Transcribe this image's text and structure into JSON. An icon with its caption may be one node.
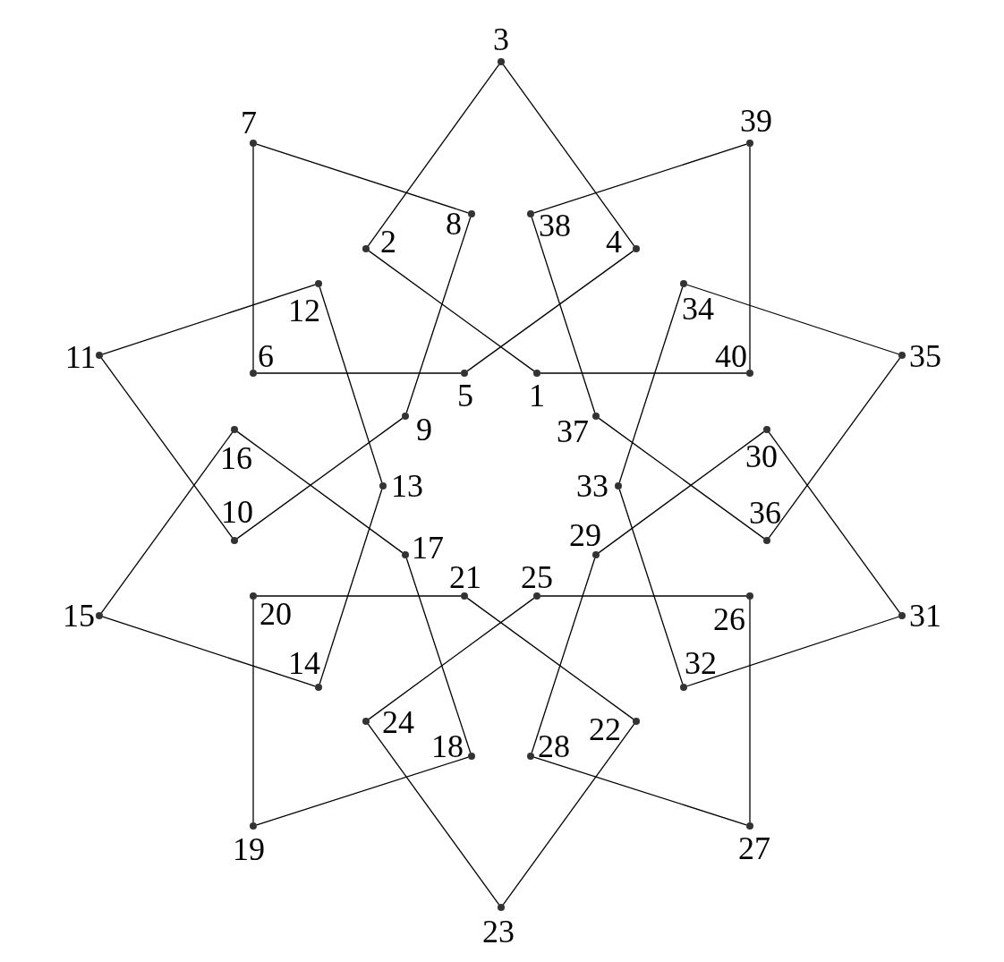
{
  "diagram": {
    "nodes": [
      {
        "text": [],
        "shape": "circle",
        "beside": [
          "1"
        ]
      },
      {
        "text": [],
        "shape": "circle",
        "beside": [
          "2"
        ]
      },
      {
        "text": [],
        "shape": "circle",
        "beside": [
          "3"
        ]
      },
      {
        "text": [],
        "shape": "circle",
        "beside": [
          "4"
        ]
      },
      {
        "text": [],
        "shape": "circle",
        "beside": [
          "5"
        ]
      },
      {
        "text": [],
        "shape": "circle",
        "beside": [
          "6"
        ]
      },
      {
        "text": [],
        "shape": "circle",
        "beside": [
          "7"
        ]
      },
      {
        "text": [],
        "shape": "circle",
        "beside": [
          "8"
        ]
      },
      {
        "text": [],
        "shape": "circle",
        "beside": [
          "9"
        ]
      },
      {
        "text": [],
        "shape": "circle",
        "beside": [
          "10"
        ]
      },
      {
        "text": [],
        "shape": "circle",
        "beside": [
          "11"
        ]
      },
      {
        "text": [],
        "shape": "circle",
        "beside": [
          "12"
        ]
      },
      {
        "text": [],
        "shape": "circle",
        "beside": [
          "13"
        ]
      },
      {
        "text": [],
        "shape": "circle",
        "beside": [
          "14"
        ]
      },
      {
        "text": [],
        "shape": "circle",
        "beside": [
          "15"
        ]
      },
      {
        "text": [],
        "shape": "circle",
        "beside": [
          "16"
        ]
      },
      {
        "text": [],
        "shape": "circle",
        "beside": [
          "17"
        ]
      },
      {
        "text": [],
        "shape": "circle",
        "beside": [
          "18"
        ]
      },
      {
        "text": [],
        "shape": "circle",
        "beside": [
          "19"
        ]
      },
      {
        "text": [],
        "shape": "circle",
        "beside": [
          "20"
        ]
      },
      {
        "text": [],
        "shape": "circle",
        "beside": [
          "21"
        ]
      },
      {
        "text": [],
        "shape": "circle",
        "beside": [
          "22"
        ]
      },
      {
        "text": [],
        "shape": "circle",
        "beside": [
          "23"
        ]
      },
      {
        "text": [],
        "shape": "circle",
        "beside": [
          "24"
        ]
      },
      {
        "text": [],
        "shape": "circle",
        "beside": [
          "25"
        ]
      },
      {
        "text": [],
        "shape": "circle",
        "beside": [
          "26"
        ]
      },
      {
        "text": [],
        "shape": "circle",
        "beside": [
          "27"
        ]
      },
      {
        "text": [],
        "shape": "circle",
        "beside": [
          "28"
        ]
      },
      {
        "text": [],
        "shape": "circle",
        "beside": [
          "29"
        ]
      },
      {
        "text": [],
        "shape": "circle",
        "beside": [
          "30"
        ]
      },
      {
        "text": [],
        "shape": "circle",
        "beside": [
          "31"
        ]
      },
      {
        "text": [],
        "shape": "circle",
        "beside": [
          "32"
        ]
      },
      {
        "text": [],
        "shape": "circle",
        "beside": [
          "33"
        ]
      },
      {
        "text": [],
        "shape": "circle",
        "beside": [
          "34"
        ]
      },
      {
        "text": [],
        "shape": "circle",
        "beside": [
          "35"
        ]
      },
      {
        "text": [],
        "shape": "circle",
        "beside": [
          "36"
        ]
      },
      {
        "text": [],
        "shape": "circle",
        "beside": [
          "37"
        ]
      },
      {
        "text": [],
        "shape": "circle",
        "beside": [
          "38"
        ]
      },
      {
        "text": [],
        "shape": "circle",
        "beside": [
          "39"
        ]
      },
      {
        "text": [],
        "shape": "circle",
        "beside": [
          "40"
        ]
      }
    ],
    "edges": [
      {
        "from": 0,
        "to": 1,
        "arrow": "none"
      },
      {
        "from": 1,
        "to": 2,
        "arrow": "none"
      },
      {
        "from": 2,
        "to": 3,
        "arrow": "none"
      },
      {
        "from": 3,
        "to": 4,
        "arrow": "none"
      },
      {
        "from": 4,
        "to": 5,
        "arrow": "none"
      },
      {
        "from": 5,
        "to": 6,
        "arrow": "none"
      },
      {
        "from": 6,
        "to": 7,
        "arrow": "none"
      },
      {
        "from": 7,
        "to": 8,
        "arrow": "none"
      },
      {
        "from": 8,
        "to": 9,
        "arrow": "none"
      },
      {
        "from": 9,
        "to": 10,
        "arrow": "none"
      },
      {
        "from": 10,
        "to": 11,
        "arrow": "none"
      },
      {
        "from": 11,
        "to": 12,
        "arrow": "none"
      },
      {
        "from": 12,
        "to": 13,
        "arrow": "none"
      },
      {
        "from": 13,
        "to": 14,
        "arrow": "none"
      },
      {
        "from": 14,
        "to": 15,
        "arrow": "none"
      },
      {
        "from": 15,
        "to": 16,
        "arrow": "none"
      },
      {
        "from": 16,
        "to": 17,
        "arrow": "none"
      },
      {
        "from": 17,
        "to": 18,
        "arrow": "none"
      },
      {
        "from": 18,
        "to": 19,
        "arrow": "none"
      },
      {
        "from": 19,
        "to": 20,
        "arrow": "none"
      },
      {
        "from": 20,
        "to": 21,
        "arrow": "none"
      },
      {
        "from": 21,
        "to": 22,
        "arrow": "none"
      },
      {
        "from": 22,
        "to": 23,
        "arrow": "none"
      },
      {
        "from": 23,
        "to": 24,
        "arrow": "none"
      },
      {
        "from": 24,
        "to": 25,
        "arrow": "none"
      },
      {
        "from": 25,
        "to": 26,
        "arrow": "none"
      },
      {
        "from": 26,
        "to": 27,
        "arrow": "none"
      },
      {
        "from": 27,
        "to": 28,
        "arrow": "none"
      },
      {
        "from": 28,
        "to": 29,
        "arrow": "none"
      },
      {
        "from": 29,
        "to": 30,
        "arrow": "none"
      },
      {
        "from": 30,
        "to": 31,
        "arrow": "none"
      },
      {
        "from": 31,
        "to": 32,
        "arrow": "none"
      },
      {
        "from": 32,
        "to": 33,
        "arrow": "none"
      },
      {
        "from": 33,
        "to": 34,
        "arrow": "none"
      },
      {
        "from": 34,
        "to": 35,
        "arrow": "none"
      },
      {
        "from": 35,
        "to": 36,
        "arrow": "none"
      },
      {
        "from": 36,
        "to": 37,
        "arrow": "none"
      },
      {
        "from": 37,
        "to": 38,
        "arrow": "none"
      },
      {
        "from": 38,
        "to": 39,
        "arrow": "none"
      },
      {
        "from": 39,
        "to": 0,
        "arrow": "none"
      }
    ]
  }
}
